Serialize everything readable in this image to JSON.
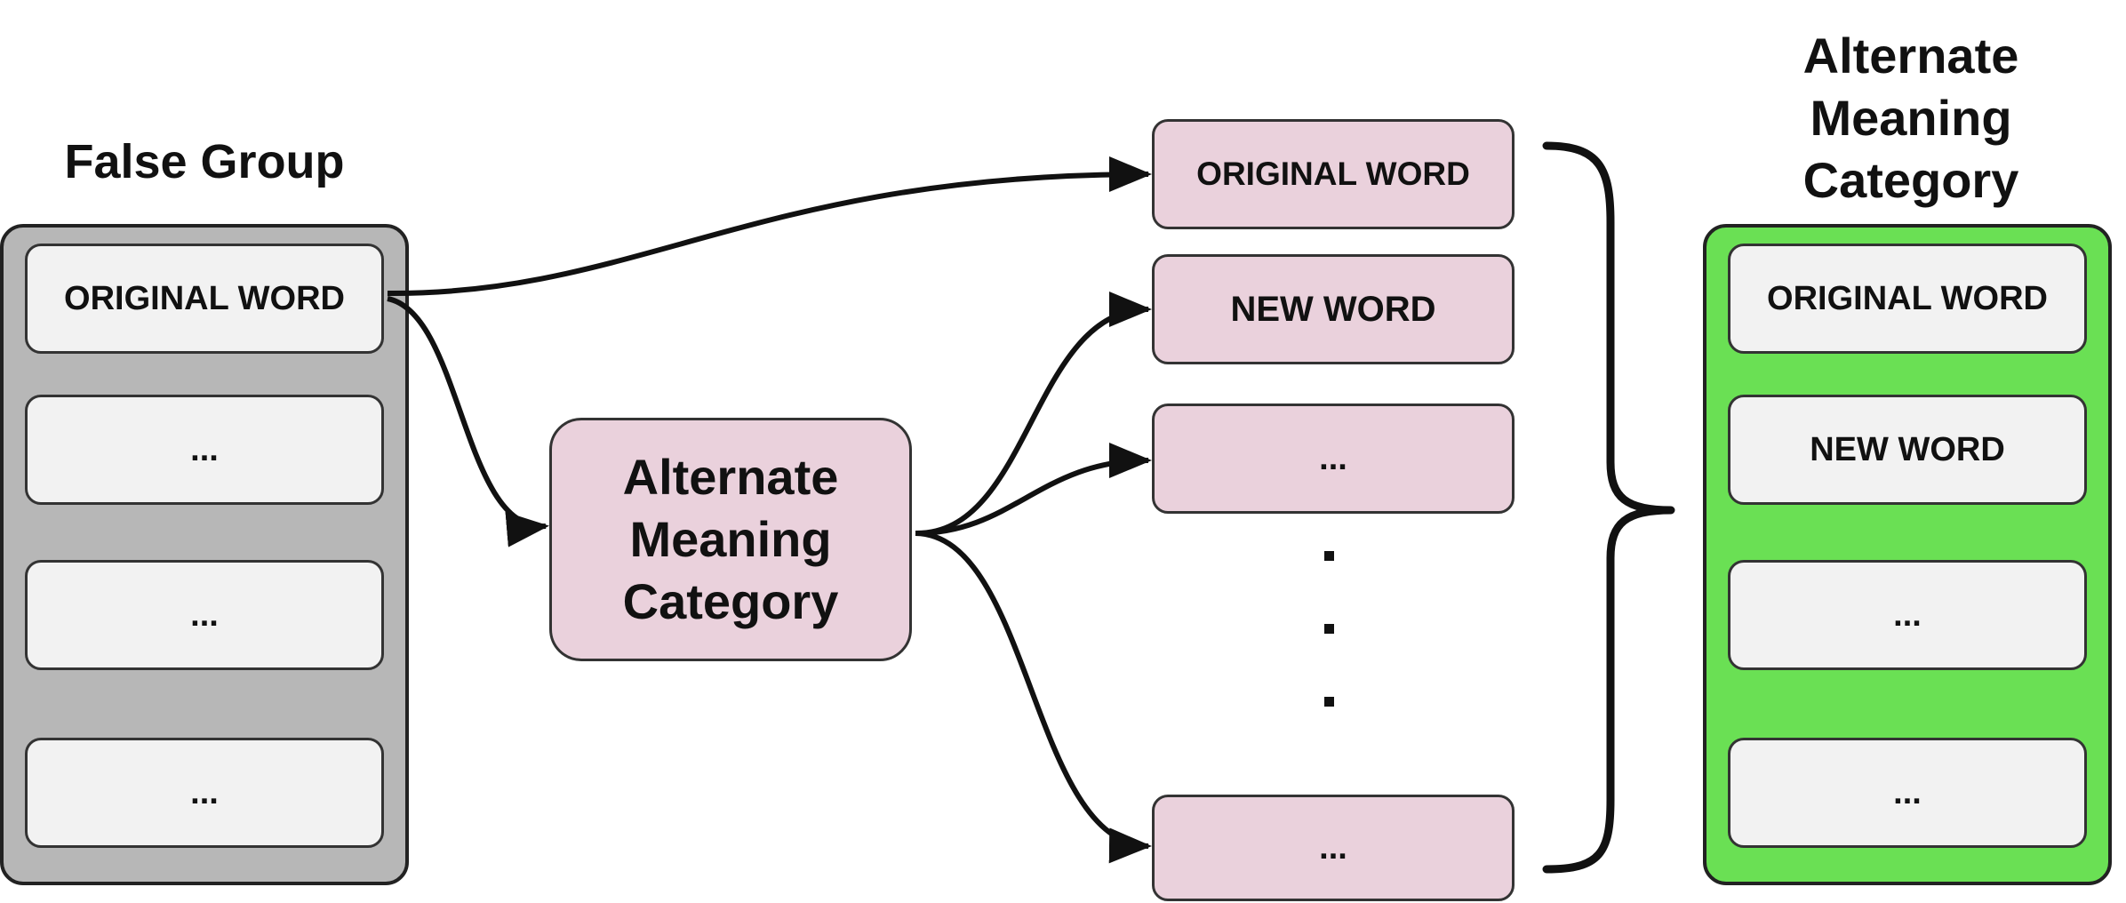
{
  "colors": {
    "false_group_bg": "#b7b7b7",
    "alternate_group_bg": "#6ae054",
    "item_gray": "#f2f2f2",
    "item_pink": "#ead1dc",
    "outline": "#222222"
  },
  "false_group": {
    "title": "False Group",
    "items": [
      "ORIGINAL WORD",
      "...",
      "...",
      "..."
    ]
  },
  "category_node": {
    "lines": [
      "Alternate",
      "Meaning",
      "Category"
    ]
  },
  "candidates": {
    "items": [
      "ORIGINAL WORD",
      "NEW WORD",
      "...",
      "..."
    ],
    "ellipsis_icon": "vertical-dots-icon"
  },
  "alternate_group": {
    "title_lines": [
      "Alternate",
      "Meaning",
      "Category"
    ],
    "items": [
      "ORIGINAL WORD",
      "NEW WORD",
      "...",
      "..."
    ]
  },
  "icons": {
    "brace": "right-curly-brace-icon",
    "arrows": "arrow-icon"
  }
}
